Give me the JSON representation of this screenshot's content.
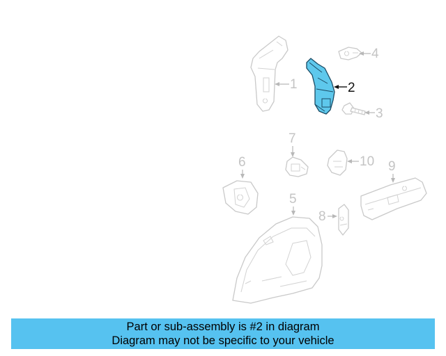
{
  "diagram": {
    "highlighted_part": "2",
    "highlight_color": "#5ec8ec",
    "ghost_color": "#c9c9c9",
    "callouts": [
      "1",
      "2",
      "3",
      "4",
      "5",
      "6",
      "7",
      "8",
      "9",
      "10"
    ]
  },
  "banner": {
    "line1": "Part or sub-assembly is #2 in diagram",
    "line2": "Diagram may not be specific to your vehicle",
    "background": "#56c2f0"
  }
}
